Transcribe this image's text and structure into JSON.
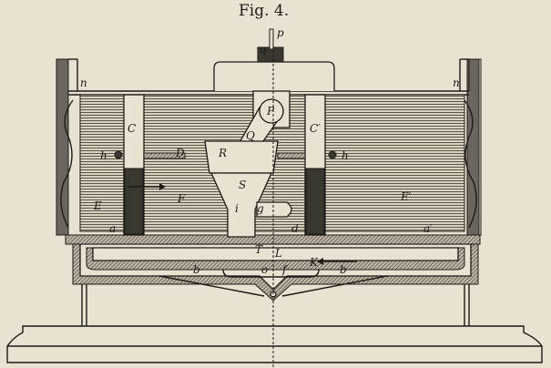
{
  "figure": {
    "title": "Fig. 4.",
    "labels": {
      "p_top": "p",
      "q": "q",
      "n_left": "n",
      "n_right": "n",
      "P": "P",
      "C": "C",
      "C_prime": "C′",
      "Q": "Q",
      "h_left": "h",
      "h_right": "h",
      "D": "D",
      "R": "R",
      "S": "S",
      "E": "E",
      "F": "F",
      "E_prime": "E′",
      "i": "i",
      "g": "g",
      "a": "a",
      "d": "d",
      "a_prime": "a′",
      "T": "T",
      "L": "L",
      "K": "K",
      "b_left": "b",
      "o": "o",
      "f": "f",
      "b_right": "b"
    }
  }
}
